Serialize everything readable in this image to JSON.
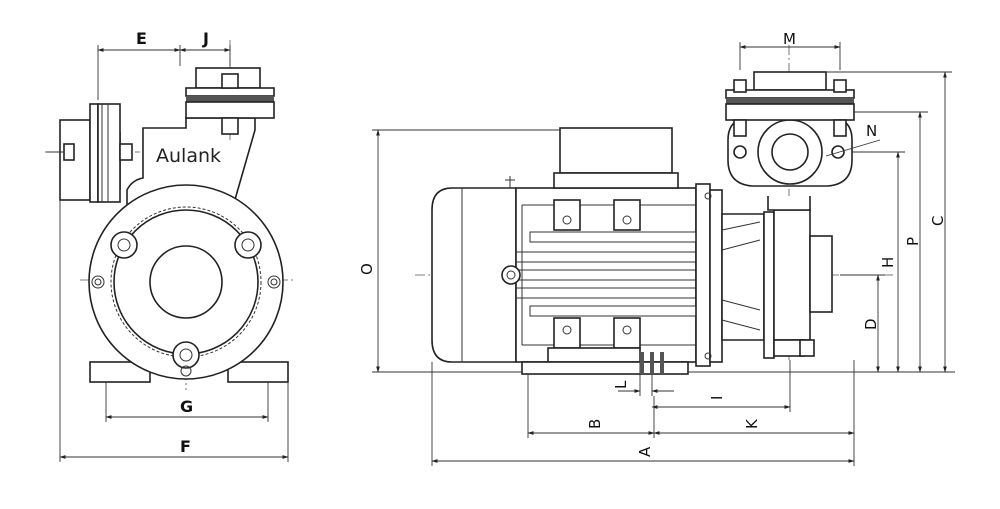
{
  "brand": "Aulank",
  "labels": {
    "E": "E",
    "J": "J",
    "G": "G",
    "F": "F",
    "M": "M",
    "N": "N",
    "O": "O",
    "H": "H",
    "P": "P",
    "C": "C",
    "D": "D",
    "L": "L",
    "I": "I",
    "B": "B",
    "K": "K",
    "A": "A"
  }
}
